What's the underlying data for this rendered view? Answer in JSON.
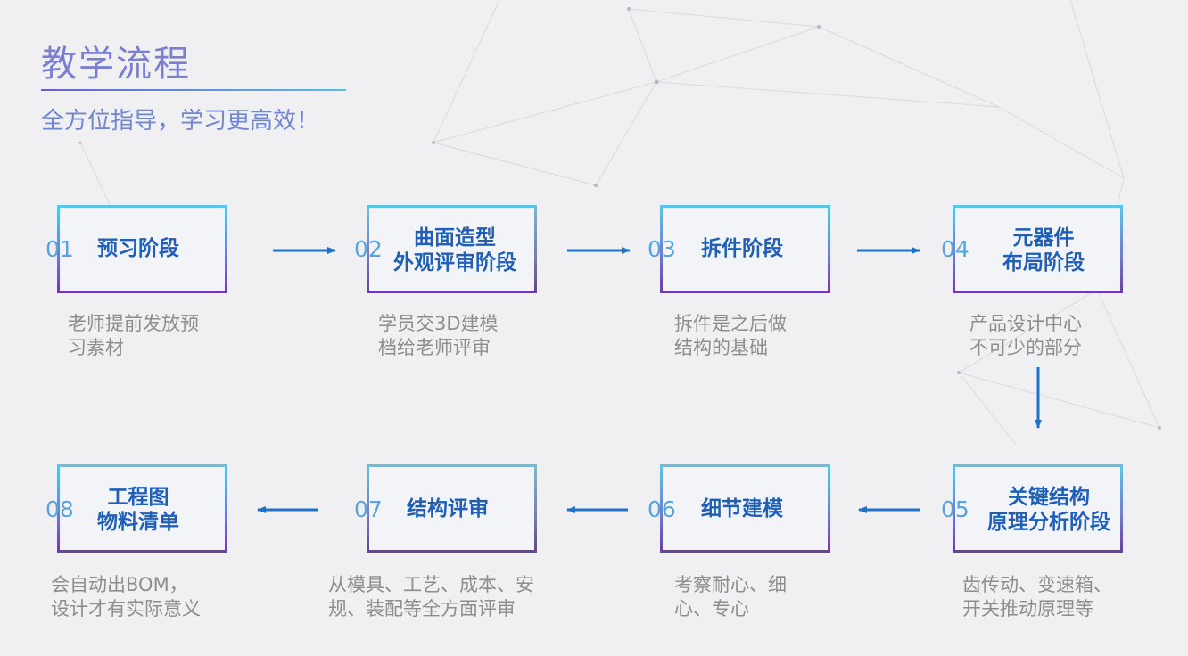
{
  "header": {
    "title": "教学流程",
    "subtitle": "全方位指导，学习更高效！"
  },
  "colors": {
    "accent_blue": "#1f5fb8",
    "number_blue": "#5aa3dd",
    "title_purple": "#7a7fcf",
    "arrow_blue": "#1e72c8",
    "desc_gray": "#8d8d8d"
  },
  "steps": [
    {
      "num": "01",
      "label": [
        "预习阶段"
      ],
      "desc": [
        "老师提前发放预",
        "习素材"
      ]
    },
    {
      "num": "02",
      "label": [
        "曲面造型",
        "外观评审阶段"
      ],
      "desc": [
        "学员交3D建模",
        "档给老师评审"
      ]
    },
    {
      "num": "03",
      "label": [
        "拆件阶段"
      ],
      "desc": [
        "拆件是之后做",
        "结构的基础"
      ]
    },
    {
      "num": "04",
      "label": [
        "元器件",
        "布局阶段"
      ],
      "desc": [
        "产品设计中心",
        "不可少的部分"
      ]
    },
    {
      "num": "05",
      "label": [
        "关键结构",
        "原理分析阶段"
      ],
      "desc": [
        "齿传动、变速箱、",
        "开关推动原理等"
      ]
    },
    {
      "num": "06",
      "label": [
        "细节建模"
      ],
      "desc": [
        "考察耐心、细",
        "心、专心"
      ]
    },
    {
      "num": "07",
      "label": [
        "结构评审"
      ],
      "desc": [
        "从模具、工艺、成本、安",
        "规、装配等全方面评审"
      ]
    },
    {
      "num": "08",
      "label": [
        "工程图",
        "物料清单"
      ],
      "desc": [
        "会自动出BOM，",
        "设计才有实际意义"
      ]
    }
  ]
}
